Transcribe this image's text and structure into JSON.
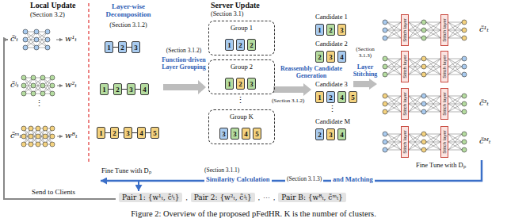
{
  "diagram": {
    "caption": "Figure 2: Overview of the proposed pFedHR. K is the number of clusters.",
    "nodes": [
      {
        "text": [
          "1"
        ]
      },
      {
        "text": [
          "2"
        ]
      },
      {
        "text": [
          "3"
        ]
      },
      {
        "text": [
          "1"
        ]
      },
      {
        "text": [
          "2"
        ]
      },
      {
        "text": [
          "3"
        ]
      },
      {
        "text": [
          "4"
        ]
      },
      {
        "text": [
          "1"
        ]
      },
      {
        "text": [
          "2"
        ]
      },
      {
        "text": [
          "3"
        ]
      },
      {
        "text": [
          "4"
        ]
      },
      {
        "text": [
          "5"
        ]
      },
      {
        "text": [
          "Group 1"
        ]
      },
      {
        "text": [
          "1"
        ],
        "in": 12
      },
      {
        "text": [
          "2"
        ],
        "in": 12
      },
      {
        "text": [
          "2"
        ],
        "in": 12
      },
      {
        "text": [
          "Group 2"
        ]
      },
      {
        "text": [
          "1"
        ],
        "in": 16
      },
      {
        "text": [
          "2"
        ],
        "in": 16
      },
      {
        "text": [
          "3"
        ],
        "in": 16
      },
      {
        "text": [
          "Group K"
        ]
      },
      {
        "text": [
          "3"
        ],
        "in": 20
      },
      {
        "text": [
          "3"
        ],
        "in": 20
      },
      {
        "text": [
          "4"
        ],
        "in": 20
      },
      {
        "text": [
          "5"
        ],
        "in": 20
      },
      {
        "text": [
          "1"
        ]
      },
      {
        "text": [
          "2"
        ]
      },
      {
        "text": [
          "3"
        ]
      },
      {
        "text": [
          "2"
        ]
      },
      {
        "text": [
          "3"
        ]
      },
      {
        "text": [
          "4"
        ]
      },
      {
        "text": [
          "1"
        ]
      },
      {
        "text": [
          "2"
        ]
      },
      {
        "text": [
          "4"
        ]
      },
      {
        "text": [
          "5"
        ]
      },
      {
        "text": [
          "2"
        ]
      },
      {
        "text": [
          "3"
        ]
      },
      {
        "text": [
          "4"
        ]
      },
      {
        "text": [
          "Stitch layer"
        ]
      },
      {
        "text": [
          "Stitch layer"
        ]
      },
      {
        "text": [
          "Stitch layer"
        ]
      },
      {
        "text": [
          "Stitch layer"
        ]
      },
      {
        "text": [
          "Stitch layer"
        ]
      },
      {
        "text": [
          "Stitch layer"
        ]
      },
      {
        "text": [
          "Stitch layer"
        ]
      },
      {
        "text": [
          "Stitch layer"
        ]
      },
      {
        "text": [
          "Pair 1: {w¹ₜ, c̃ⁱₜ}"
        ]
      },
      {
        "text": [
          "Pair 2: {w²ₜ, c̃ʲₜ}"
        ]
      },
      {
        "text": [
          "Pair B: {wᴮₜ, c̃ᵐₜ}"
        ]
      }
    ],
    "edges": [
      {
        "from": 0,
        "to": 1,
        "arrow": "none"
      },
      {
        "from": 1,
        "to": 2,
        "arrow": "none"
      },
      {
        "from": 3,
        "to": 4,
        "arrow": "none"
      },
      {
        "from": 4,
        "to": 5,
        "arrow": "none"
      },
      {
        "from": 5,
        "to": 6,
        "arrow": "none"
      },
      {
        "from": 7,
        "to": 8,
        "arrow": "none"
      },
      {
        "from": 8,
        "to": 9,
        "arrow": "none"
      },
      {
        "from": 9,
        "to": 10,
        "arrow": "none"
      },
      {
        "from": 10,
        "to": 11,
        "arrow": "none"
      }
    ],
    "labels": [
      "Local Update",
      "(Section 3.2)",
      "c̃ⁱₜ",
      "w¹ₜ",
      "c̃ʲₜ",
      "w²ₜ",
      "⋮",
      "c̃ᵐₜ",
      "wᴮₜ",
      "Layer-wise Decomposition",
      "(Section 3.1.2)",
      "(Section 3.1.2)",
      "Function-driven Layer Grouping",
      "Server Update",
      "(Section 3.1)",
      "⋮",
      "Reassembly Candidate Generation",
      "(Section 3.1.2)",
      "Candidate 1",
      "Candidate 2",
      "Candidate 3",
      "⋮",
      "Candidate M",
      "(Section 3.1.3)",
      "Layer Stitching",
      "c̃¹ₜ",
      "c̃³ₜ",
      "c̃ᴹₜ",
      "Fine Tune with Dₚ",
      "Fine Tune with Dₚ",
      "(Section 3.1.1)",
      "Similarity Calculation",
      "(Section 3.1.3)",
      "and Matching",
      "Send to Clients",
      ",",
      ",",
      "···",
      ","
    ]
  }
}
